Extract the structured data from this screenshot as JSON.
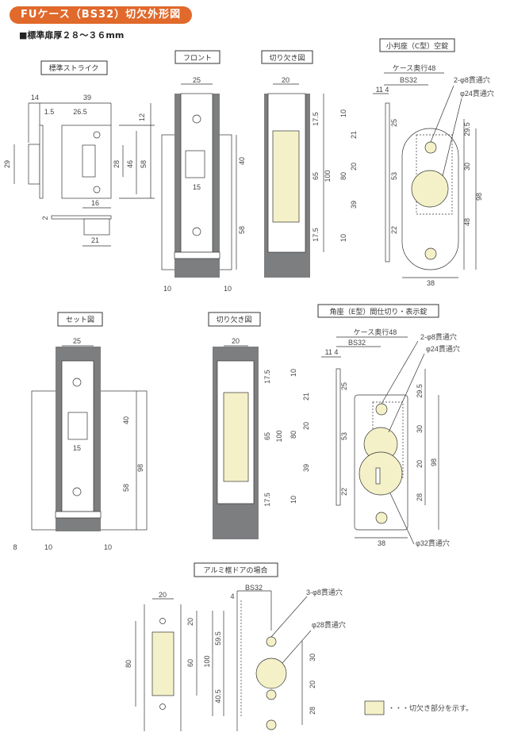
{
  "title": "FUケース（BS32）切欠外形図",
  "subtitle": "■標準扉厚２８～３６mm",
  "colors": {
    "accent": "#e0692b",
    "frame_gray": "#7d7e80",
    "cutout_cream": "#f4f1c8"
  },
  "views": {
    "strike": {
      "label": "標準ストライク",
      "dims": [
        "14",
        "1.5",
        "39",
        "26.5",
        "12",
        "29",
        "28",
        "46",
        "58",
        "16",
        "21",
        "2"
      ]
    },
    "front": {
      "label": "フロント",
      "dims": [
        "25",
        "15",
        "40",
        "58",
        "10",
        "10"
      ]
    },
    "cutout1": {
      "label": "切り欠き図",
      "dims": [
        "20",
        "17.5",
        "65",
        "100",
        "17.5",
        "10",
        "21",
        "80",
        "20",
        "39",
        "10"
      ]
    },
    "c_type": {
      "label": "小判座（C型）空錠",
      "case_depth": "ケース奥行48",
      "bs": "BS32",
      "offset": "11 4",
      "hole_small": "2-φ8貫通穴",
      "hole_large": "φ24貫通穴",
      "dims": [
        "25",
        "53",
        "22",
        "29.5",
        "30",
        "48",
        "98",
        "38"
      ]
    },
    "set": {
      "label": "セット図",
      "dims": [
        "25",
        "15",
        "40",
        "98",
        "58",
        "8",
        "10",
        "10"
      ]
    },
    "cutout2": {
      "label": "切り欠き図",
      "dims": [
        "20",
        "17.5",
        "65",
        "100",
        "17.5",
        "10",
        "21",
        "80",
        "20",
        "39",
        "10"
      ]
    },
    "e_type": {
      "label": "角座（E型）間仕切り・表示錠",
      "case_depth": "ケース奥行48",
      "bs": "BS32",
      "offset": "11 4",
      "hole_small": "2-φ8貫通穴",
      "hole_mid": "φ24貫通穴",
      "hole_large": "φ32貫通穴",
      "dims": [
        "25",
        "53",
        "22",
        "29.5",
        "30",
        "20",
        "28",
        "98",
        "38"
      ]
    },
    "alumi": {
      "label": "アルミ框ドアの場合",
      "bs": "BS32",
      "hole_small": "3-φ8貫通穴",
      "hole_large": "φ28貫通穴",
      "dims": [
        "20",
        "80",
        "20",
        "60",
        "4",
        "100",
        "59.5",
        "40.5",
        "30",
        "20",
        "28"
      ]
    }
  },
  "legend": {
    "text": "・・・切欠き部分を示す。"
  }
}
